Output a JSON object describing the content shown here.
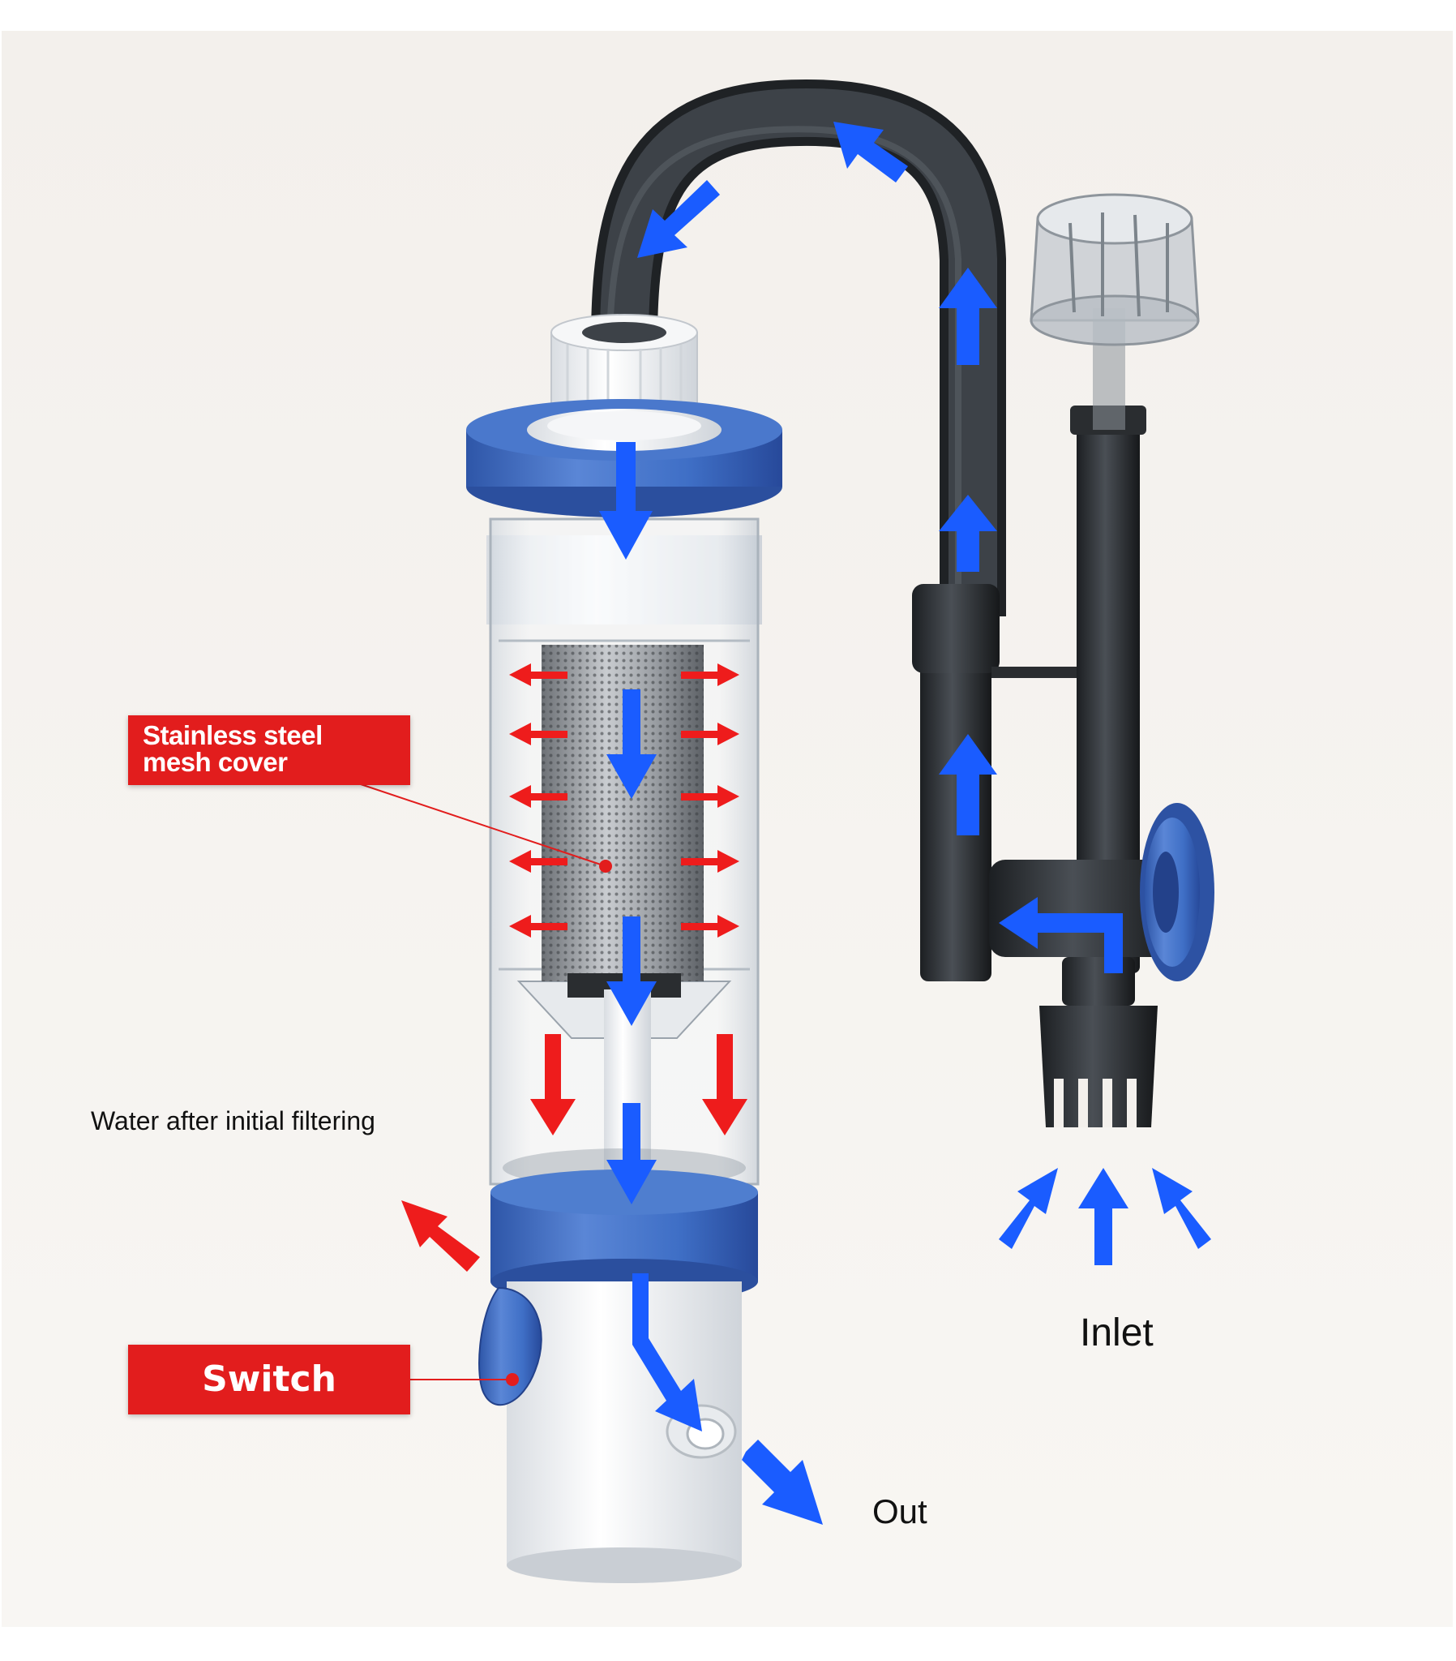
{
  "labels": {
    "mesh_line1": "Stainless steel",
    "mesh_line2": "mesh cover",
    "water": "Water after initial filtering",
    "switch": "Switch",
    "inlet": "Inlet",
    "out": "Out"
  },
  "icons": {
    "filter": "filter-canister-icon",
    "pump": "pump-inlet-icon",
    "flow": "flow-arrow-icon"
  },
  "colors": {
    "label_red": "#e21d1d",
    "arrow_blue": "#1a5cff",
    "arrow_red": "#ee1c1c",
    "cap_blue": "#3f6fc6",
    "tube_dark": "#2f3337"
  }
}
